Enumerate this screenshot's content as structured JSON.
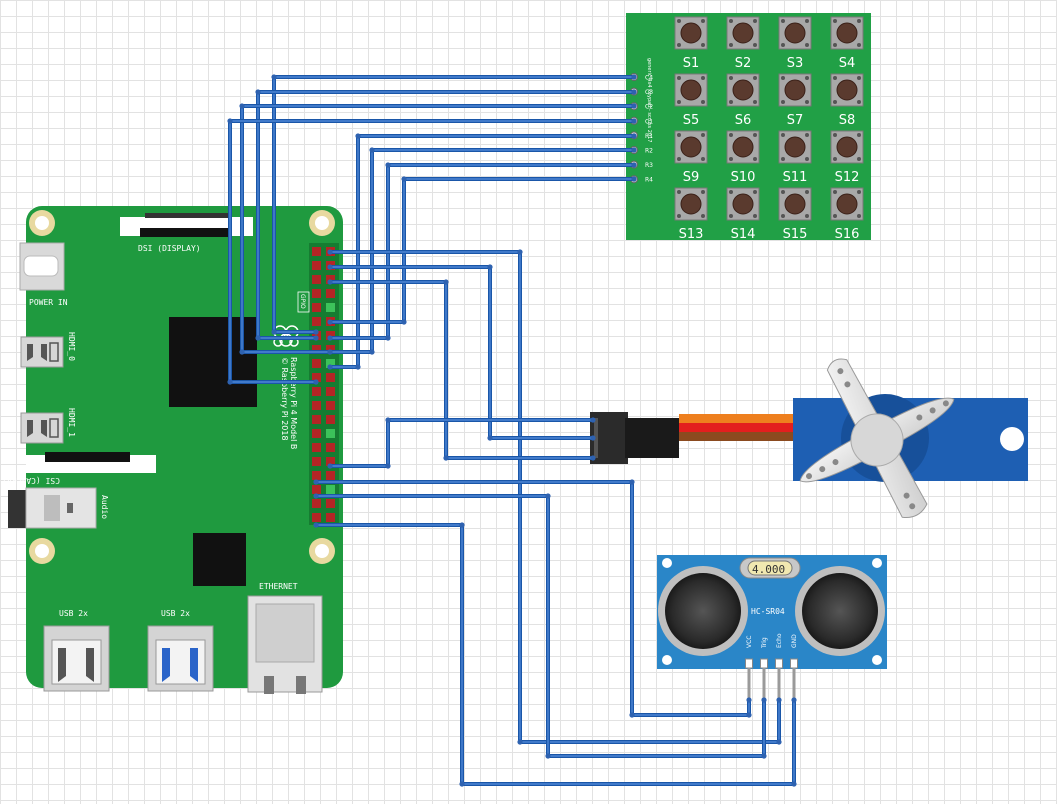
{
  "raspberry_pi": {
    "dsi_label": "DSI (DISPLAY)",
    "power_label": "POWER IN",
    "hdmi0_label": "HDMI_0",
    "hdmi1_label": "HDMI_1",
    "csi_label": "CSI (CAMERA)",
    "audio_label": "Audio",
    "gpio_label": "GPIO",
    "model_line1": "Raspberry Pi 4 Model B",
    "model_line2": "© Raspberry Pi 2018",
    "usb_left_label": "USB 2x",
    "usb_right_label": "USB 2x",
    "ethernet_label": "ETHERNET"
  },
  "keypad": {
    "side_text": "generic 4x4 keypad - scruss 2017",
    "pins": [
      "C4",
      "C3",
      "C2",
      "C1",
      "R1",
      "R2",
      "R3",
      "R4"
    ],
    "keys": [
      "S1",
      "S2",
      "S3",
      "S4",
      "S5",
      "S6",
      "S7",
      "S8",
      "S9",
      "S10",
      "S11",
      "S12",
      "S13",
      "S14",
      "S15",
      "S16"
    ]
  },
  "ultrasonic": {
    "display": "4.000",
    "model": "HC-SR04",
    "pins": [
      "VCC",
      "Trig",
      "Echo",
      "GND"
    ]
  },
  "colors": {
    "pcb_green": "#1f9a3f",
    "keypad_green": "#21a046",
    "wire_blue": "#1a56a8",
    "sensor_blue": "#2a86c8",
    "servo_blue": "#1e5fb3"
  }
}
